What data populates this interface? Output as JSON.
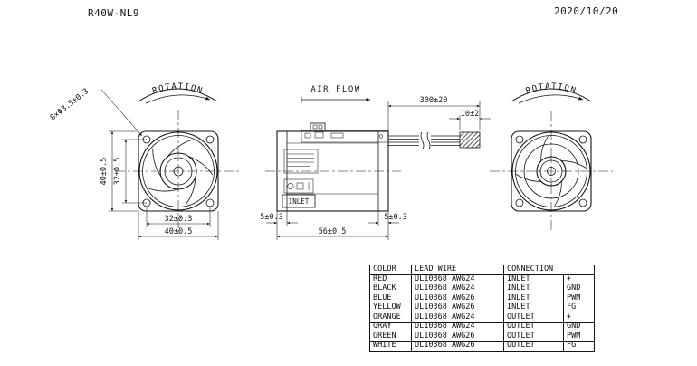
{
  "header": {
    "part_number": "R40W-NL9",
    "date": "2020/10/20"
  },
  "views": {
    "front": {
      "rotation_label": "ROTATION",
      "hole_callout": "8×Φ3.5±0.3",
      "frame_height": "40±0.5",
      "hole_pitch_v": "32±0.5",
      "hole_pitch_h": "32±0.3",
      "frame_width": "40±0.5"
    },
    "side": {
      "air_flow_label": "AIR FLOW",
      "lead_length": "300±20",
      "strip_length": "10±2",
      "flange_left": "5±0.3",
      "body_depth": "56±0.5",
      "flange_right": "5±0.3",
      "inlet_label": "INLET"
    },
    "rear": {
      "rotation_label": "ROTATION"
    }
  },
  "table": {
    "headers": [
      "COLOR",
      "LEAD WIRE",
      "CONNECTION"
    ],
    "rows": [
      {
        "color": "RED",
        "lead_wire": "UL10368 AWG24",
        "connection": "INLET",
        "terminal": "+"
      },
      {
        "color": "BLACK",
        "lead_wire": "UL10368 AWG24",
        "connection": "INLET",
        "terminal": "GND"
      },
      {
        "color": "BLUE",
        "lead_wire": "UL10368 AWG26",
        "connection": "INLET",
        "terminal": "PWM"
      },
      {
        "color": "YELLOW",
        "lead_wire": "UL10368 AWG26",
        "connection": "INLET",
        "terminal": "FG"
      },
      {
        "color": "ORANGE",
        "lead_wire": "UL10368 AWG24",
        "connection": "OUTLET",
        "terminal": "+"
      },
      {
        "color": "GRAY",
        "lead_wire": "UL10368 AWG24",
        "connection": "OUTLET",
        "terminal": "GND"
      },
      {
        "color": "GREEN",
        "lead_wire": "UL10368 AWG26",
        "connection": "OUTLET",
        "terminal": "PWM"
      },
      {
        "color": "WHITE",
        "lead_wire": "UL10368 AWG26",
        "connection": "OUTLET",
        "terminal": "FG"
      }
    ]
  }
}
